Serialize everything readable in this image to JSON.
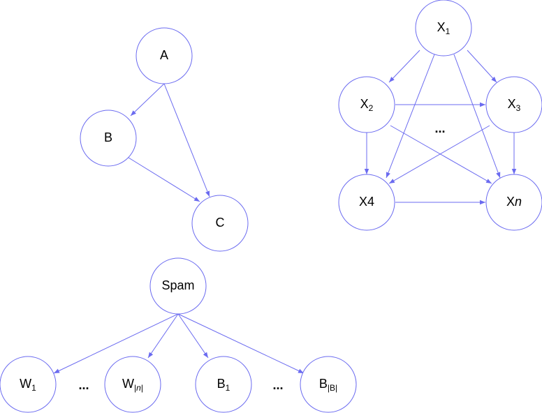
{
  "colors": {
    "edge": "#6b6bf0",
    "node_stroke": "#6b6bf0",
    "node_fill": "#ffffff",
    "text": "#000000"
  },
  "diagram_abc": {
    "nodes": {
      "a": {
        "label": "A"
      },
      "b": {
        "label": "B"
      },
      "c": {
        "label": "C"
      }
    },
    "edges": [
      {
        "from": "A",
        "to": "B"
      },
      {
        "from": "A",
        "to": "C"
      },
      {
        "from": "B",
        "to": "C"
      }
    ]
  },
  "diagram_x": {
    "nodes": {
      "x1": {
        "base": "X",
        "sub": "1"
      },
      "x2": {
        "base": "X",
        "sub": "2"
      },
      "x3": {
        "base": "X",
        "sub": "3"
      },
      "x4": {
        "base": "X4"
      },
      "xn": {
        "base": "X",
        "italic_suffix": "n"
      }
    },
    "ellipsis": "...",
    "edges": [
      {
        "from": "X1",
        "to": "X2"
      },
      {
        "from": "X1",
        "to": "X3"
      },
      {
        "from": "X1",
        "to": "X4"
      },
      {
        "from": "X1",
        "to": "Xn"
      },
      {
        "from": "X2",
        "to": "X3"
      },
      {
        "from": "X2",
        "to": "X4"
      },
      {
        "from": "X2",
        "to": "Xn"
      },
      {
        "from": "X3",
        "to": "X4"
      },
      {
        "from": "X3",
        "to": "Xn"
      },
      {
        "from": "X4",
        "to": "Xn"
      }
    ]
  },
  "diagram_spam": {
    "nodes": {
      "spam": {
        "label": "Spam"
      },
      "w1": {
        "base": "W",
        "sub": "1"
      },
      "wn": {
        "base": "W",
        "sub_prefix": "|",
        "sub_italic": "n",
        "sub_suffix": "|"
      },
      "b1": {
        "base": "B",
        "sub": "1"
      },
      "bb": {
        "base": "B",
        "sub": "|B|"
      }
    },
    "ellipsis_left": "...",
    "ellipsis_right": "...",
    "edges": [
      {
        "from": "Spam",
        "to": "W1"
      },
      {
        "from": "Spam",
        "to": "W|n|"
      },
      {
        "from": "Spam",
        "to": "B1"
      },
      {
        "from": "Spam",
        "to": "B|B|"
      }
    ]
  }
}
